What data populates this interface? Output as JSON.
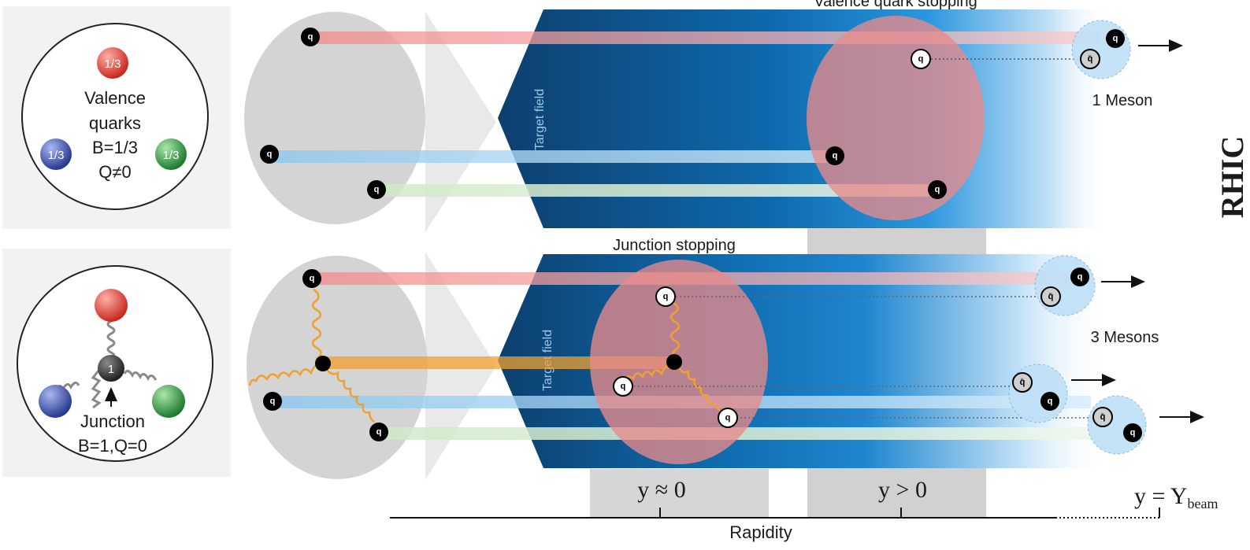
{
  "legend": {
    "valence": {
      "charge_labels": [
        "1/3",
        "1/3",
        "1/3"
      ],
      "title_lines": [
        "Valence",
        "quarks",
        "B=1/3",
        "Q≠0"
      ]
    },
    "junction": {
      "core_label": "1",
      "title": "Junction",
      "subtitle": "B=1,Q=0"
    }
  },
  "top_panel": {
    "title": "Valence quark stopping",
    "field_label": "Target field",
    "result_label": "1 Meson"
  },
  "bottom_panel": {
    "title": "Junction stopping",
    "field_label": "Target field",
    "result_label": "3 Mesons"
  },
  "particles": {
    "quark": "q",
    "antiquark": "q̄"
  },
  "axis": {
    "title": "Rapidity",
    "ticks": [
      "y ≈ 0",
      "y > 0"
    ],
    "beam_prefix": "y = Y",
    "beam_sub": "beam"
  },
  "side_text": "RHIC",
  "colors": {
    "red": "#e04040",
    "blue": "#3a55b5",
    "green": "#2e9b45",
    "orange": "#f0a030",
    "field_dark": "#0d3f6e",
    "field_mid": "#0f7fd0",
    "stop_region": "#e88a8a",
    "meson_blob": "#bfe0f7"
  }
}
